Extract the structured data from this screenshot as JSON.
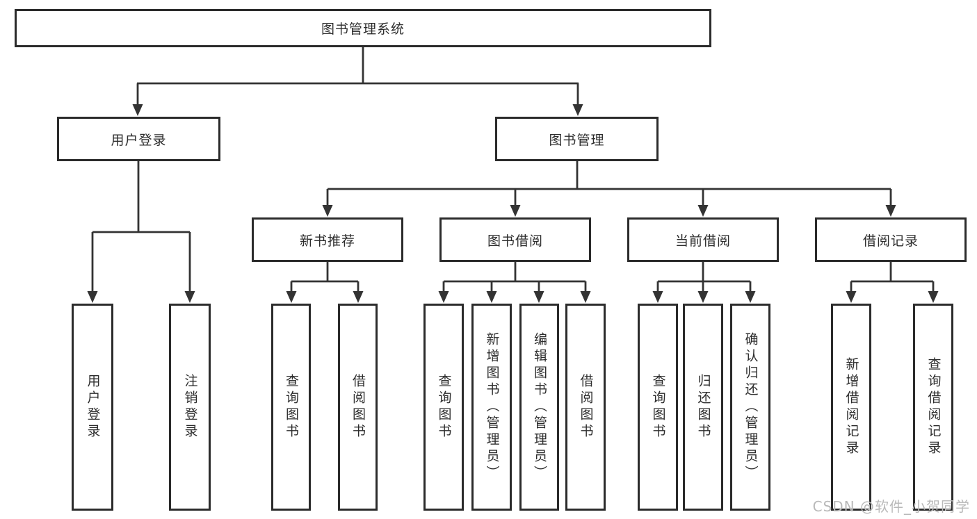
{
  "colors": {
    "background": "#ffffff",
    "line": "#333333",
    "border": "#2b2b2b",
    "text": "#2d2d2d",
    "watermark": "#b9b9b9"
  },
  "watermark": {
    "text": "CSDN @软件_小贺同学"
  },
  "diagram": {
    "root": {
      "label": "图书管理系统"
    },
    "branches": [
      {
        "label": "用户登录",
        "children": [
          {
            "label": "用户登录"
          },
          {
            "label": "注销登录"
          }
        ]
      },
      {
        "label": "图书管理",
        "children": [
          {
            "label": "新书推荐",
            "children": [
              {
                "label": "查询图书"
              },
              {
                "label": "借阅图书"
              }
            ]
          },
          {
            "label": "图书借阅",
            "children": [
              {
                "label": "查询图书"
              },
              {
                "label": "新增图书（管理员）"
              },
              {
                "label": "编辑图书（管理员）"
              },
              {
                "label": "借阅图书"
              }
            ]
          },
          {
            "label": "当前借阅",
            "children": [
              {
                "label": "查询图书"
              },
              {
                "label": "归还图书"
              },
              {
                "label": "确认归还（管理员）"
              }
            ]
          },
          {
            "label": "借阅记录",
            "children": [
              {
                "label": "新增借阅记录"
              },
              {
                "label": "查询借阅记录"
              }
            ]
          }
        ]
      }
    ]
  }
}
